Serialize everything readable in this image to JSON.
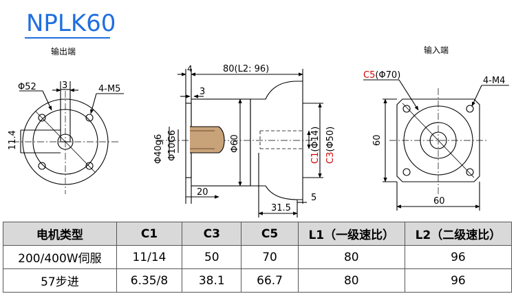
{
  "title": "NPLK60",
  "output_label": "输出端",
  "input_label": "输入端",
  "colors": {
    "title": "#1f6fe0",
    "red_dims": "#d40000",
    "header_bg": "#d9d9d9"
  },
  "front_view": {
    "phi52": "Φ52",
    "dim3": "3",
    "holes": "4-M5",
    "dim11_4": "11.4"
  },
  "side_view": {
    "dim4": "4",
    "dim80": "80(L2: 96)",
    "dim3": "3",
    "phi40": "Φ40g6",
    "phi10": "Φ10G6",
    "phi60": "Φ60",
    "c1": "C1",
    "c1_val": "(Φ14)",
    "c3": "C3",
    "c3_val": "(Φ50)",
    "dim20": "20",
    "dim31_5": "31.5",
    "dim5": "5"
  },
  "input_view": {
    "c5": "C5",
    "c5_val": "(Φ70)",
    "holes": "4-M4",
    "dim60_v": "60",
    "dim60_h": "60"
  },
  "table": {
    "headers": [
      "电机类型",
      "C1",
      "C3",
      "C5",
      "L1（一级速比）",
      "L2（二级速比）"
    ],
    "rows": [
      [
        "200/400W伺服",
        "11/14",
        "50",
        "70",
        "80",
        "96"
      ],
      [
        "57步进",
        "6.35/8",
        "38.1",
        "66.7",
        "80",
        "96"
      ]
    ]
  }
}
